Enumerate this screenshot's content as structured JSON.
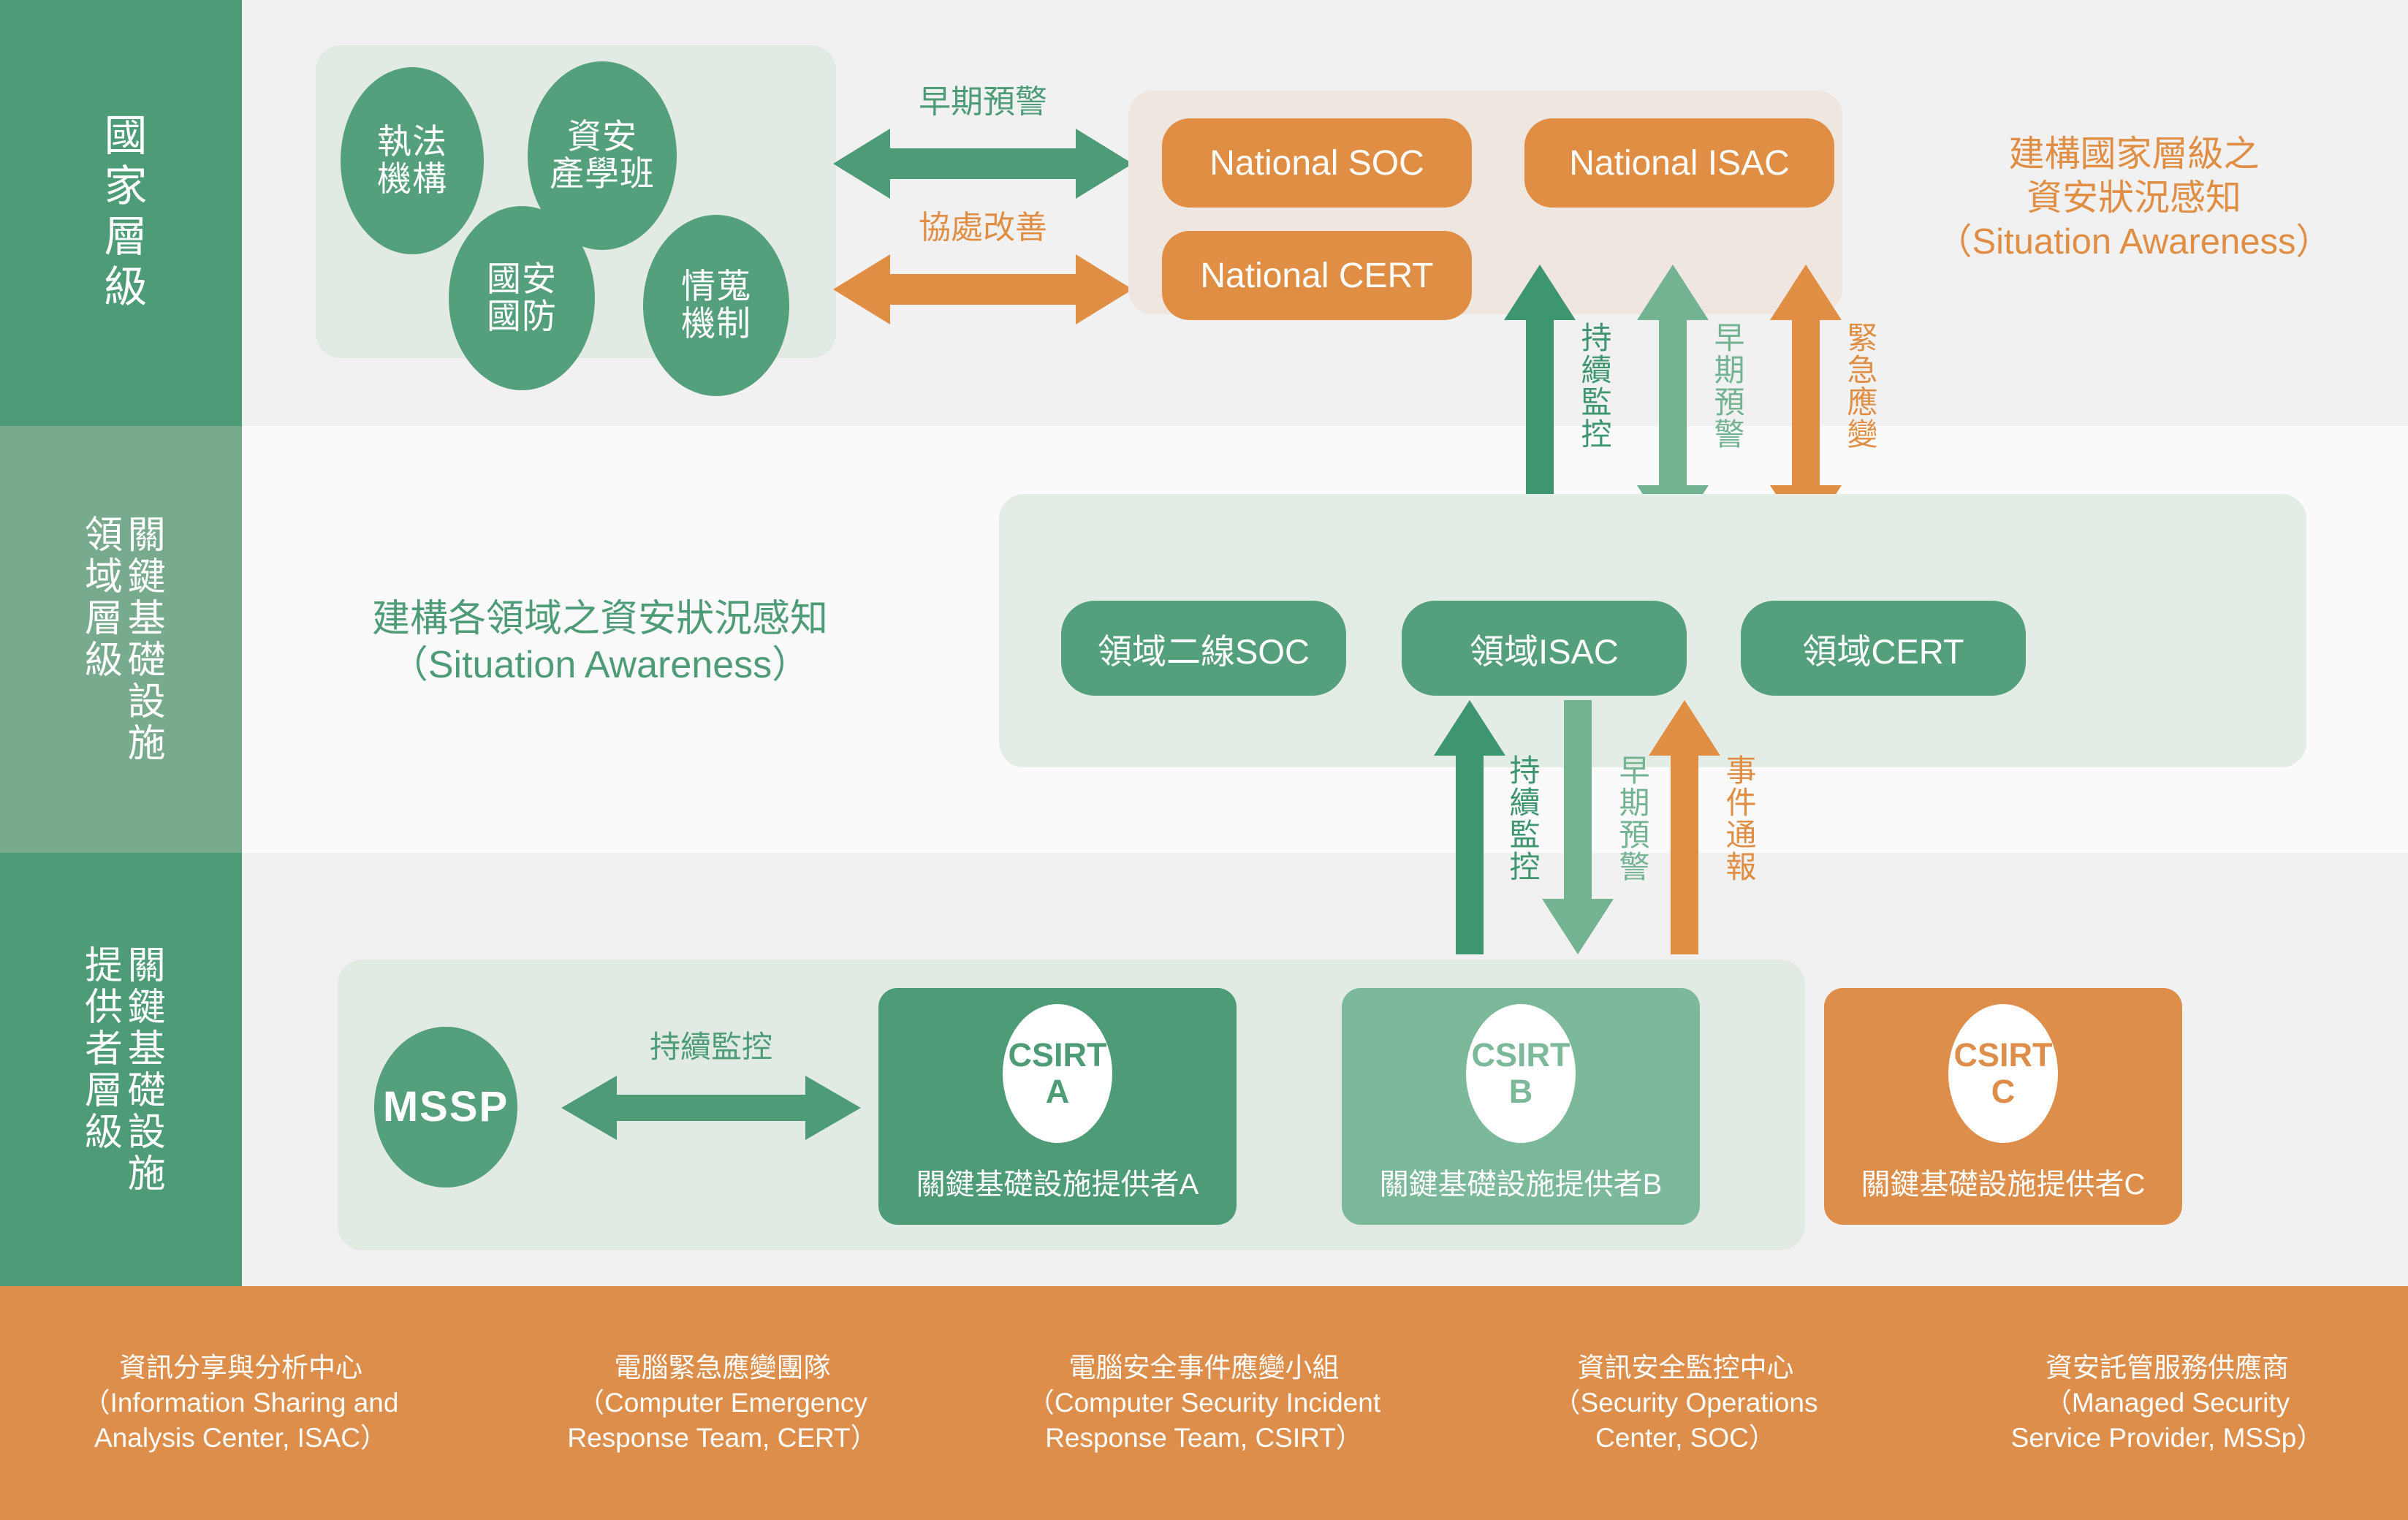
{
  "rails": [
    {
      "id": "national",
      "lines": [
        "國家層級"
      ]
    },
    {
      "id": "domain",
      "lines": [
        "關鍵基礎設施",
        "領域層級"
      ]
    },
    {
      "id": "provider",
      "lines": [
        "關鍵基礎設施",
        "提供者層級"
      ]
    }
  ],
  "national": {
    "nodes": [
      {
        "label": "執法\n機構"
      },
      {
        "label": "資安\n產學班"
      },
      {
        "label": "國安\n國防"
      },
      {
        "label": "情蒐\n機制"
      }
    ],
    "org_boxes": [
      {
        "label": "National SOC"
      },
      {
        "label": "National ISAC"
      },
      {
        "label": "National CERT"
      }
    ],
    "arrows": [
      {
        "label": "早期預警",
        "color": "#4e9c77",
        "dir": "both"
      },
      {
        "label": "協處改善",
        "color": "#df8e44",
        "dir": "both"
      }
    ],
    "callout": {
      "line1": "建構國家層級之",
      "line2": "資安狀況感知",
      "line3": "（Situation Awareness）"
    }
  },
  "domain": {
    "callout": {
      "line1": "建構各領域之資安狀況感知",
      "line2": "（Situation Awareness）"
    },
    "boxes": [
      {
        "label": "領域二線SOC"
      },
      {
        "label": "領域ISAC"
      },
      {
        "label": "領域CERT"
      }
    ]
  },
  "vertical_arrows_upper": [
    {
      "label": "持續監控",
      "color": "#3e9670",
      "dir": "up"
    },
    {
      "label": "早期預警",
      "color": "#74b392",
      "dir": "both"
    },
    {
      "label": "緊急應變",
      "color": "#df8e44",
      "dir": "both"
    }
  ],
  "vertical_arrows_lower": [
    {
      "label": "持續監控",
      "color": "#3e9670",
      "dir": "up"
    },
    {
      "label": "早期預警",
      "color": "#74b392",
      "dir": "down"
    },
    {
      "label": "事件通報",
      "color": "#df8e44",
      "dir": "up"
    }
  ],
  "provider": {
    "mssp": {
      "label": "MSSP"
    },
    "mssp_arrow": {
      "label": "持續監控",
      "color": "#4e9c77",
      "dir": "both"
    },
    "cards": [
      {
        "badge_line1": "CSIRT",
        "badge_line2": "A",
        "name": "關鍵基礎設施提供者A",
        "bg": "#4e9c77",
        "text": "#4e9c77"
      },
      {
        "badge_line1": "CSIRT",
        "badge_line2": "B",
        "name": "關鍵基礎設施提供者B",
        "bg": "#7cb99b",
        "text": "#7cb99b"
      },
      {
        "badge_line1": "CSIRT",
        "badge_line2": "C",
        "name": "關鍵基礎設施提供者C",
        "bg": "#dd8e4b",
        "text": "#dd8e4b"
      }
    ]
  },
  "legend": {
    "background": "#dd8e4b",
    "items": [
      {
        "zh": "資訊分享與分析中心",
        "en1": "（Information Sharing and",
        "en2": "Analysis Center, ISAC）"
      },
      {
        "zh": "電腦緊急應變團隊",
        "en1": "（Computer Emergency",
        "en2": "Response Team, CERT）"
      },
      {
        "zh": "電腦安全事件應變小組",
        "en1": "（Computer Security Incident",
        "en2": "Response Team, CSIRT）"
      },
      {
        "zh": "資訊安全監控中心",
        "en1": "（Security Operations",
        "en2": "Center, SOC）"
      },
      {
        "zh": "資安託管服務供應商",
        "en1": "（Managed Security",
        "en2": "Service Provider, MSSp）"
      }
    ]
  },
  "colors": {
    "green_dark": "#4e9c77",
    "green_mid": "#55a07c",
    "green_light": "#78ab8d",
    "orange": "#df8e44",
    "panel_green": "#e2eae4",
    "panel_orange": "#efe6e0"
  }
}
